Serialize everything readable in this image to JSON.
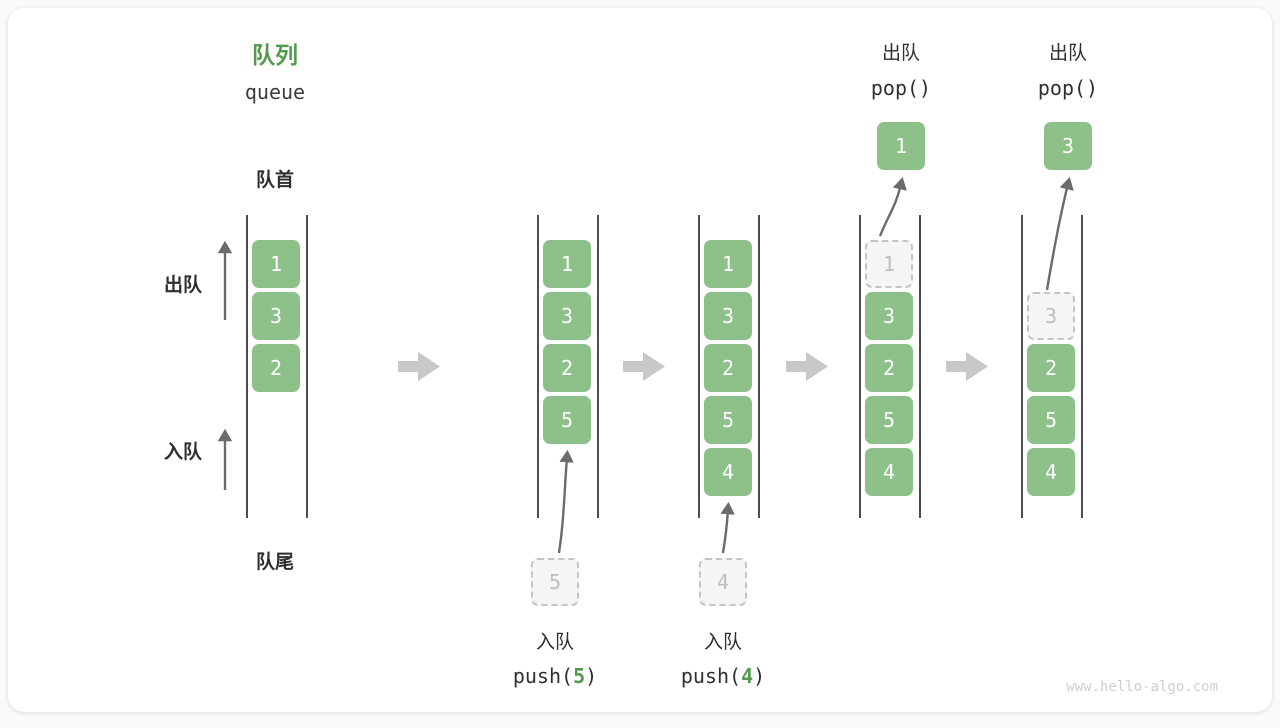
{
  "diagram": {
    "title_cn": "队列",
    "title_en": "queue",
    "front_label": "队首",
    "rear_label": "队尾",
    "dequeue_label": "出队",
    "enqueue_label": "入队",
    "watermark": "www.hello-algo.com",
    "accent_color": "#529b4e",
    "cell_color": "#8ec18a",
    "ghost_color": "#f5f5f5",
    "arrow_color": "#c8c8c8"
  },
  "steps": [
    {
      "id": "state-initial",
      "cells": [
        {
          "value": "1",
          "state": "filled"
        },
        {
          "value": "3",
          "state": "filled"
        },
        {
          "value": "2",
          "state": "filled"
        }
      ]
    },
    {
      "id": "state-after-push-5",
      "cells": [
        {
          "value": "1",
          "state": "filled"
        },
        {
          "value": "3",
          "state": "filled"
        },
        {
          "value": "2",
          "state": "filled"
        },
        {
          "value": "5",
          "state": "filled"
        }
      ],
      "op_cn": "入队",
      "op_code_prefix": "push(",
      "op_code_arg": "5",
      "op_code_suffix": ")",
      "incoming_value": "5"
    },
    {
      "id": "state-after-push-4",
      "cells": [
        {
          "value": "1",
          "state": "filled"
        },
        {
          "value": "3",
          "state": "filled"
        },
        {
          "value": "2",
          "state": "filled"
        },
        {
          "value": "5",
          "state": "filled"
        },
        {
          "value": "4",
          "state": "filled"
        }
      ],
      "op_cn": "入队",
      "op_code_prefix": "push(",
      "op_code_arg": "4",
      "op_code_suffix": ")",
      "incoming_value": "4"
    },
    {
      "id": "state-after-pop-1",
      "cells": [
        {
          "value": "1",
          "state": "ghost"
        },
        {
          "value": "3",
          "state": "filled"
        },
        {
          "value": "2",
          "state": "filled"
        },
        {
          "value": "5",
          "state": "filled"
        },
        {
          "value": "4",
          "state": "filled"
        }
      ],
      "op_cn": "出队",
      "op_code": "pop()",
      "popped_value": "1"
    },
    {
      "id": "state-after-pop-3",
      "cells": [
        {
          "value": "",
          "state": "empty"
        },
        {
          "value": "3",
          "state": "ghost"
        },
        {
          "value": "2",
          "state": "filled"
        },
        {
          "value": "5",
          "state": "filled"
        },
        {
          "value": "4",
          "state": "filled"
        }
      ],
      "op_cn": "出队",
      "op_code": "pop()",
      "popped_value": "3"
    }
  ]
}
